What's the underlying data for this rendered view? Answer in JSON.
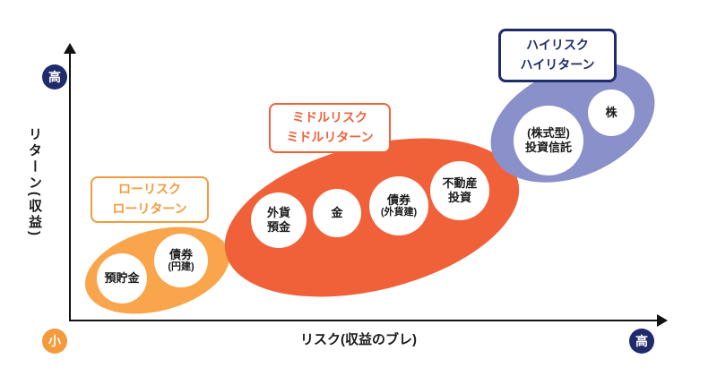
{
  "axes": {
    "y_label": "リターン(収益)",
    "x_label": "リスク(収益のブレ)",
    "badge_top": "高",
    "badge_bottom_left": "小",
    "badge_right": "高"
  },
  "colors": {
    "navy": "#1f2b6b",
    "low_orange": "#f9a54c",
    "mid_red_orange": "#f0613a",
    "high_purple": "#8a90c9",
    "badge_orange": "#f59a3c"
  },
  "groups": {
    "low": {
      "line1": "ローリスク",
      "line2": "ローリターン"
    },
    "mid": {
      "line1": "ミドルリスク",
      "line2": "ミドルリターン"
    },
    "high": {
      "line1": "ハイリスク",
      "line2": "ハイリターン"
    }
  },
  "bubbles": [
    {
      "lines": [
        "預貯金"
      ]
    },
    {
      "lines": [
        "債券",
        "(円建)"
      ]
    },
    {
      "lines": [
        "外貨",
        "預金"
      ]
    },
    {
      "lines": [
        "金"
      ]
    },
    {
      "lines": [
        "債券",
        "(外貨建)"
      ]
    },
    {
      "lines": [
        "不動産",
        "投資"
      ]
    },
    {
      "lines": [
        "(株式型)",
        "投資信託"
      ]
    },
    {
      "lines": [
        "株"
      ]
    }
  ]
}
